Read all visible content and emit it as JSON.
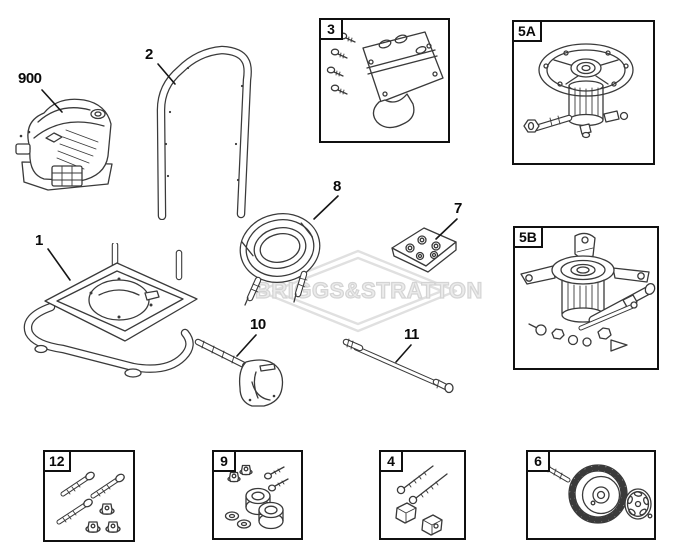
{
  "figure": {
    "watermark_text": "BRIGGS&STRATTON"
  },
  "colors": {
    "background": "#ffffff",
    "line_art": "#3a3a3a",
    "label_text": "#0a0a0a",
    "box_border": "#101010",
    "watermark": "#d4d4d4"
  },
  "callouts": {
    "engine": {
      "label": "900"
    },
    "handle": {
      "label": "2"
    },
    "frame": {
      "label": "1"
    },
    "hose": {
      "label": "8"
    },
    "nozzle_kit": {
      "label": "7"
    },
    "spray_gun": {
      "label": "10"
    },
    "wand": {
      "label": "11"
    }
  },
  "panels": {
    "bracket_kit": {
      "label": "3"
    },
    "pump_a": {
      "label": "5A"
    },
    "pump_b": {
      "label": "5B"
    },
    "bolt_kit": {
      "label": "12"
    },
    "hardware_kit": {
      "label": "9"
    },
    "fastener_kit": {
      "label": "4"
    },
    "wheel_kit": {
      "label": "6"
    }
  }
}
